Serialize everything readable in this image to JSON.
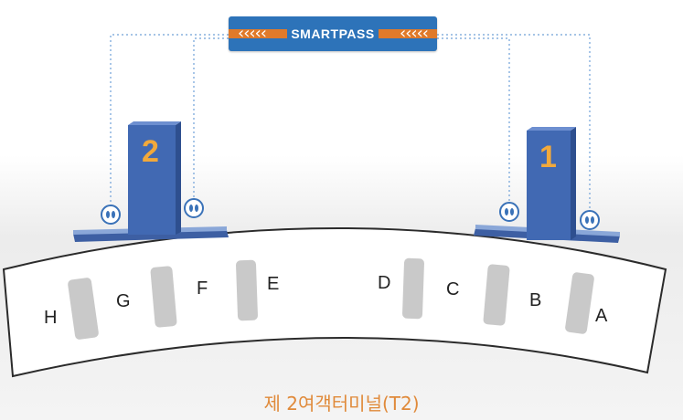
{
  "banner": {
    "text": "SMARTPASS",
    "left_arrows": "‹‹‹‹‹",
    "right_arrows": "‹‹‹‹‹"
  },
  "pillars": [
    {
      "number": "2"
    },
    {
      "number": "1"
    }
  ],
  "gates": [
    "H",
    "G",
    "F",
    "E",
    "D",
    "C",
    "B",
    "A"
  ],
  "terminal_label": "제 2여객터미널(T2)",
  "colors": {
    "banner_blue": "#2d73b9",
    "banner_orange": "#e07a2a",
    "pillar_blue": "#4169b3",
    "number_orange": "#f2a93b",
    "label_orange": "#e08a3a",
    "guide_line": "#6fa0d8"
  }
}
